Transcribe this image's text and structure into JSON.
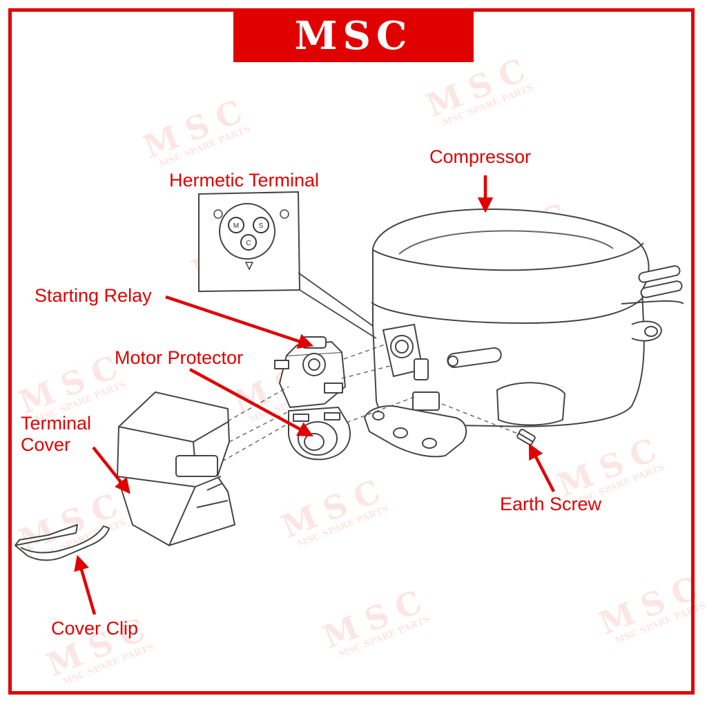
{
  "brand": {
    "banner_text": "MSC",
    "color": "#e10000"
  },
  "watermark": {
    "mark": "MSC",
    "tagline": "MSC SPARE PARTS"
  },
  "labels": {
    "compressor": "Compressor",
    "hermetic_terminal": "Hermetic Terminal",
    "starting_relay": "Starting Relay",
    "motor_protector": "Motor Protector",
    "terminal_cover": "Terminal\nCover",
    "earth_screw": "Earth Screw",
    "cover_clip": "Cover Clip"
  },
  "inset": {
    "pin_labels": [
      "M",
      "S",
      "C"
    ]
  }
}
